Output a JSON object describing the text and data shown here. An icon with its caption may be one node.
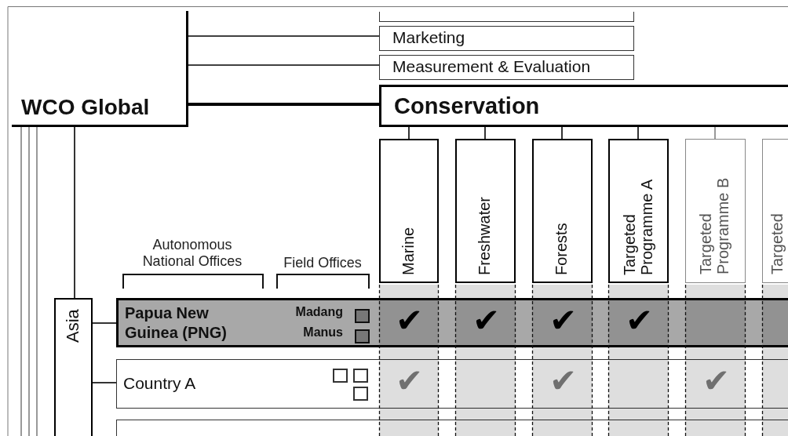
{
  "diagram": {
    "nodes": [
      {
        "text": [
          "WCO Global"
        ]
      },
      {
        "text": [],
        "shape": "box"
      },
      {
        "text": [
          "Marketing"
        ]
      },
      {
        "text": [
          "Measurement & Evaluation"
        ]
      },
      {
        "text": [
          "Conservation"
        ]
      },
      {
        "text": [
          "Marine"
        ]
      },
      {
        "text": [
          "Freshwater"
        ]
      },
      {
        "text": [
          "Forests"
        ]
      },
      {
        "text": [
          "Targeted Programme A"
        ]
      },
      {
        "text": [
          "Targeted Programme B"
        ]
      },
      {
        "text": [
          "Targeted"
        ]
      },
      {
        "text": [
          "Asia"
        ]
      },
      {
        "text": [
          "Papua New Guinea (PNG)",
          "Madang",
          "Manus"
        ]
      },
      {
        "text": [
          "Country A"
        ]
      },
      {
        "text": [],
        "shape": "box"
      }
    ],
    "edges": [
      {
        "from": 0,
        "to": 2,
        "arrow": "none"
      },
      {
        "from": 0,
        "to": 3,
        "arrow": "none"
      },
      {
        "from": 0,
        "to": 4,
        "arrow": "none",
        "style": "thick"
      },
      {
        "from": 4,
        "to": 5,
        "arrow": "none"
      },
      {
        "from": 4,
        "to": 6,
        "arrow": "none"
      },
      {
        "from": 4,
        "to": 7,
        "arrow": "none"
      },
      {
        "from": 4,
        "to": 8,
        "arrow": "none"
      },
      {
        "from": 4,
        "to": 9,
        "arrow": "none",
        "color": "#808080"
      },
      {
        "from": 0,
        "to": 11,
        "arrow": "none"
      },
      {
        "from": 11,
        "to": 12,
        "arrow": "none"
      },
      {
        "from": 11,
        "to": 13,
        "arrow": "none"
      },
      {
        "from": 0,
        "to": null,
        "arrow": "none",
        "color": "#808080"
      },
      {
        "from": 0,
        "to": null,
        "arrow": "none",
        "color": "#808080"
      },
      {
        "from": 0,
        "to": null,
        "arrow": "none",
        "color": "#808080"
      }
    ],
    "labels": [
      "Autonomous National Offices",
      "Field Offices",
      "✔",
      "✔",
      "✔",
      "✔",
      "✔",
      "✔",
      "✔"
    ]
  }
}
